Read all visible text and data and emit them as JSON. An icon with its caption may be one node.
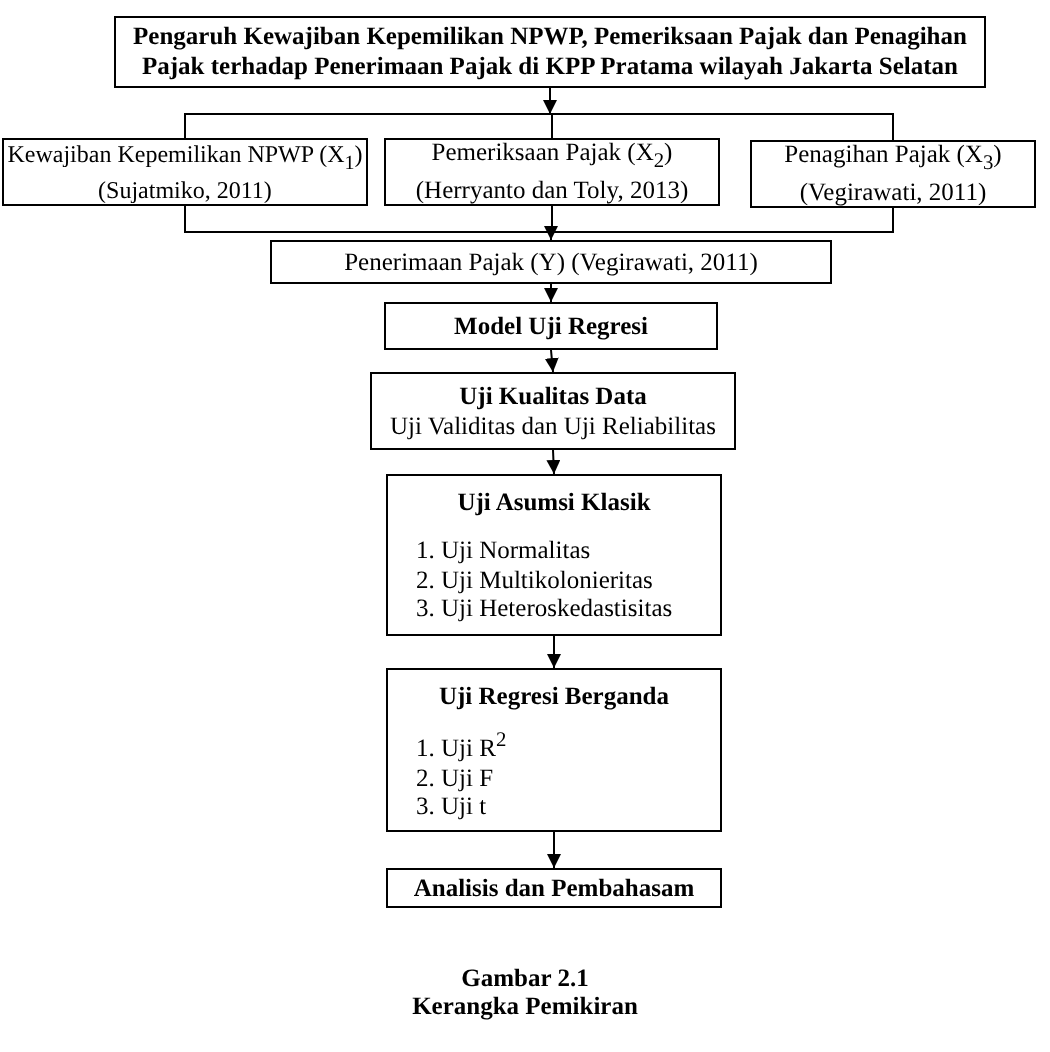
{
  "diagram": {
    "caption": "Gambar 2.1 Kerangka Pemikiran",
    "nodes": [
      {
        "text": [
          "Pengaruh Kewajiban Kepemilikan NPWP, Pemeriksaan Pajak dan Penagihan Pajak terhadap Penerimaan Pajak di KPP Pratama wilayah Jakarta Selatan"
        ]
      },
      {
        "text": [
          "Kewajiban Kepemilikan NPWP (X$_{1}$)",
          "(Sujatmiko, 2011)"
        ]
      },
      {
        "text": [
          "Pemeriksaan Pajak (X$_{2}$)",
          "(Herryanto dan Toly, 2013)"
        ]
      },
      {
        "text": [
          "Penagihan Pajak (X$_{3}$)",
          "(Vegirawati, 2011)"
        ]
      },
      {
        "text": [
          "Penerimaan Pajak (Y) (Vegirawati, 2011)"
        ]
      },
      {
        "text": [
          "Model Uji Regresi"
        ]
      },
      {
        "text": [
          "Uji Kualitas Data",
          "Uji Validitas dan Uji Reliabilitas"
        ]
      },
      {
        "text": [
          "Uji Asumsi Klasik",
          "1. Uji Normalitas",
          "2. Uji Multikolonieritas",
          "3. Uji Heteroskedastisitas"
        ]
      },
      {
        "text": [
          "Uji Regresi Berganda",
          "1. Uji R$^{2}$",
          "2. Uji F",
          "3. Uji t"
        ]
      },
      {
        "text": [
          "Analisis dan Pembahasam"
        ]
      }
    ],
    "edges": [
      {
        "from": 0,
        "to": 1,
        "arrow": "none"
      },
      {
        "from": 0,
        "to": 2,
        "arrow": "to"
      },
      {
        "from": 0,
        "to": 3,
        "arrow": "none"
      },
      {
        "from": 1,
        "to": 4,
        "arrow": "to"
      },
      {
        "from": 2,
        "to": 4,
        "arrow": "to"
      },
      {
        "from": 3,
        "to": 4,
        "arrow": "to"
      },
      {
        "from": 4,
        "to": 5,
        "arrow": "to"
      },
      {
        "from": 5,
        "to": 6,
        "arrow": "to"
      },
      {
        "from": 6,
        "to": 7,
        "arrow": "to"
      },
      {
        "from": 7,
        "to": 8,
        "arrow": "to"
      },
      {
        "from": 8,
        "to": 9,
        "arrow": "to"
      }
    ]
  }
}
